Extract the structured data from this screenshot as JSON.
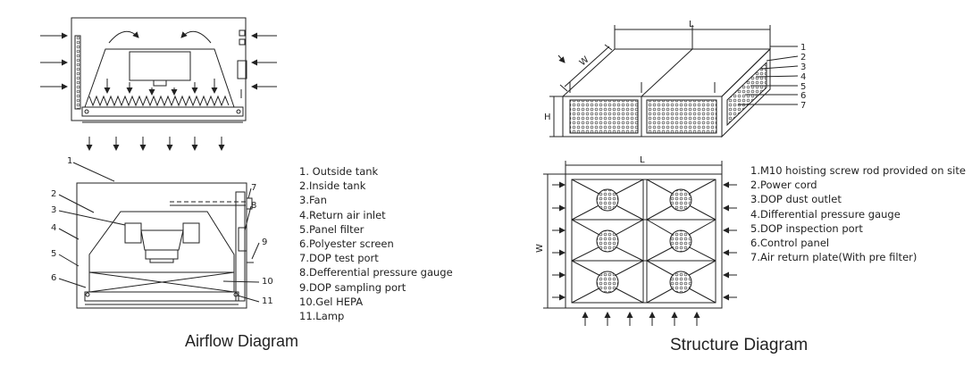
{
  "airflow": {
    "caption": "Airflow Diagram",
    "callouts": [
      "1",
      "2",
      "3",
      "4",
      "5",
      "6",
      "7",
      "8",
      "9",
      "10",
      "11"
    ],
    "legend": [
      "1. Outside tank",
      "2.Inside tank",
      "3.Fan",
      "4.Return air inlet",
      "5.Panel filter",
      "6.Polyester screen",
      "7.DOP test port",
      "8.Defferential pressure gauge",
      "9.DOP sampling port",
      "10.Gel HEPA",
      "11.Lamp"
    ]
  },
  "structure": {
    "caption": "Structure Diagram",
    "dims": {
      "length": "L",
      "width": "W",
      "height": "H",
      "plan_length": "L",
      "plan_width": "W"
    },
    "callouts": [
      "1",
      "2",
      "3",
      "4",
      "5",
      "6",
      "7"
    ],
    "legend": [
      "1.M10 hoisting screw rod provided on site",
      "2.Power cord",
      "3.DOP dust outlet",
      "4.Differential pressure gauge",
      "5.DOP inspection port",
      "6.Control panel",
      "7.Air return plate(With pre filter)"
    ]
  }
}
